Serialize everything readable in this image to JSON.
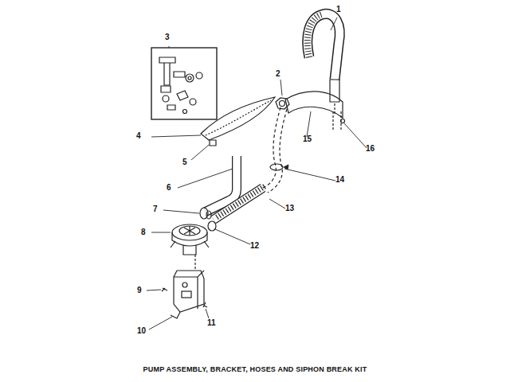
{
  "diagram": {
    "caption": "PUMP ASSEMBLY, BRACKET, HOSES AND SIPHON BREAK KIT",
    "labels": [
      "1",
      "2",
      "3",
      "4",
      "5",
      "6",
      "7",
      "8",
      "9",
      "10",
      "11",
      "12",
      "13",
      "14",
      "15",
      "16"
    ]
  }
}
